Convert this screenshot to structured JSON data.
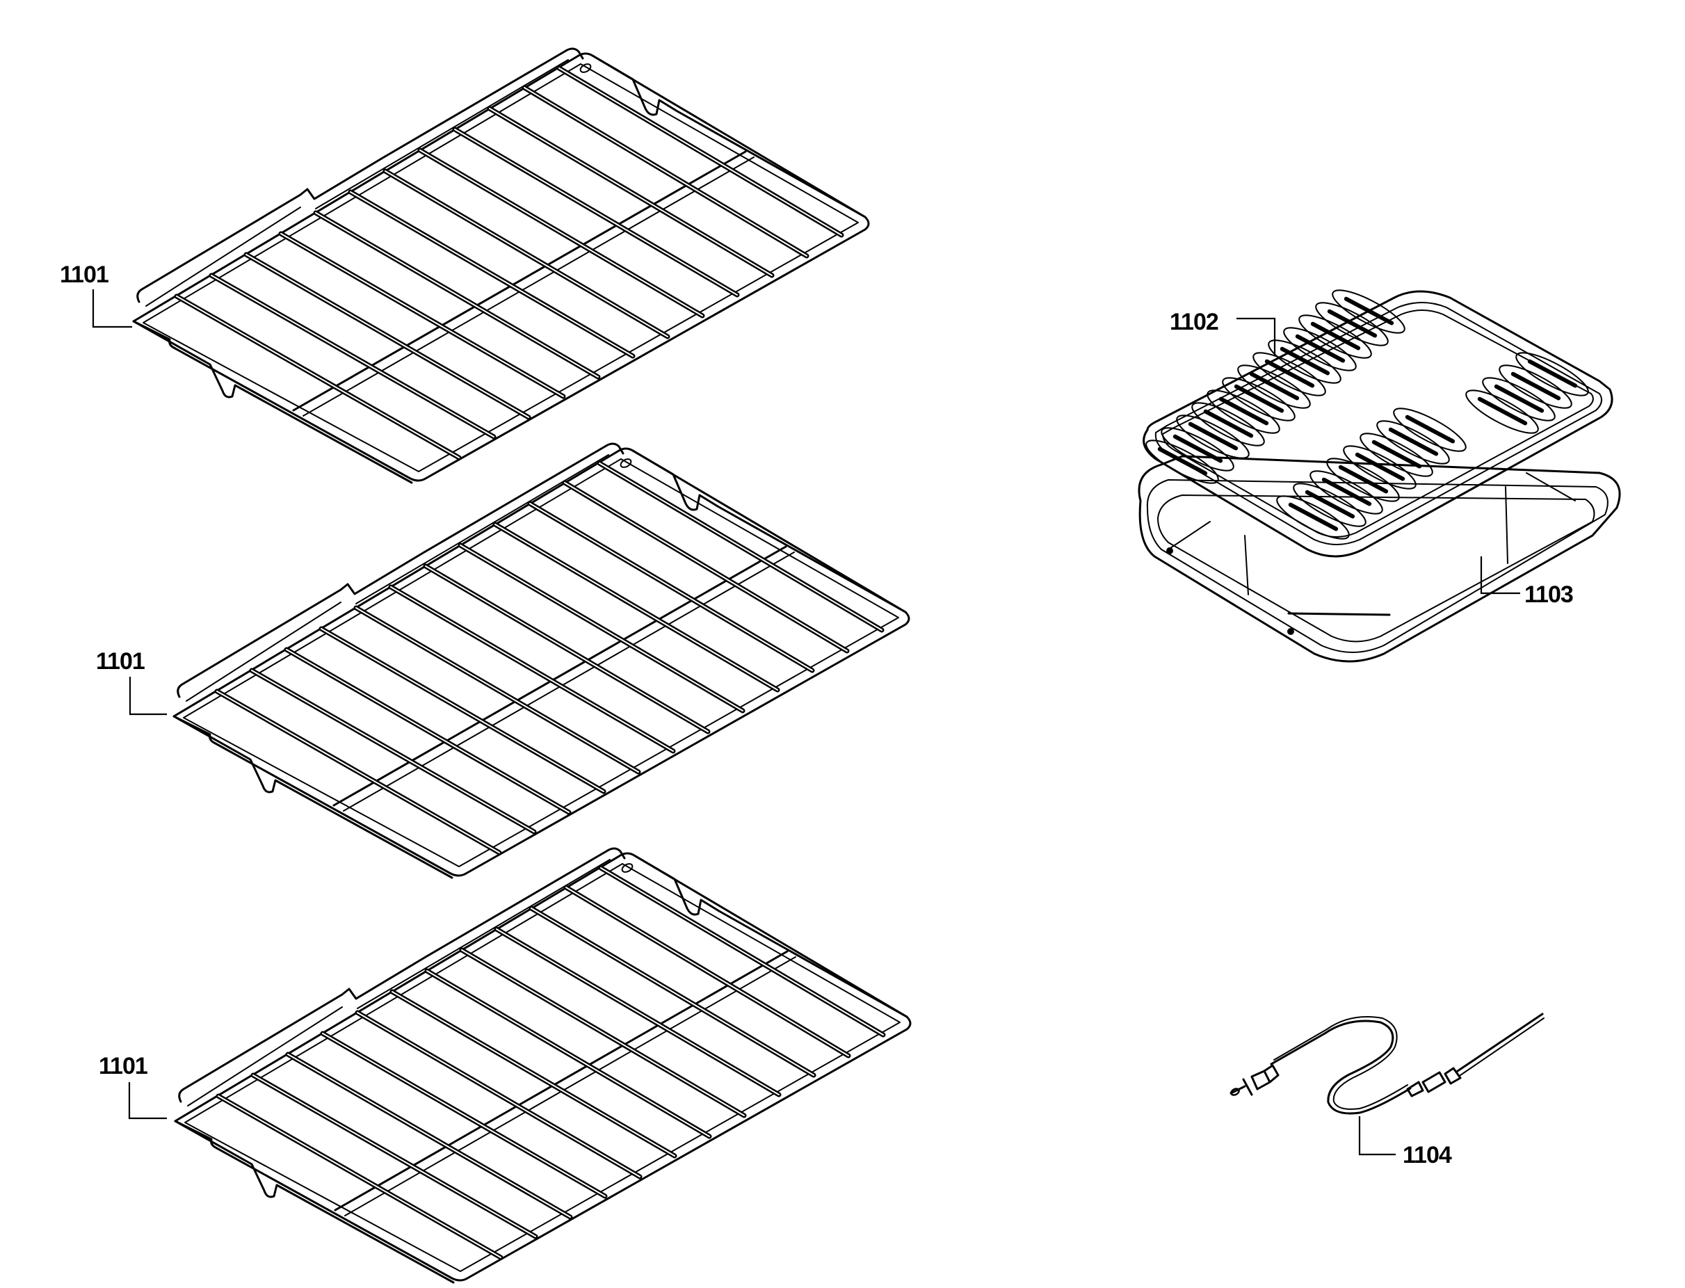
{
  "diagram": {
    "type": "exploded-parts-diagram",
    "background_color": "#ffffff",
    "line_color": "#000000"
  },
  "parts": [
    {
      "id": "rack-1",
      "callout": "1101",
      "description": "oven rack"
    },
    {
      "id": "rack-2",
      "callout": "1101",
      "description": "oven rack"
    },
    {
      "id": "rack-3",
      "callout": "1101",
      "description": "oven rack"
    },
    {
      "id": "broiler-insert",
      "callout": "1102",
      "description": "broiler pan insert (slotted grill)"
    },
    {
      "id": "broiler-pan",
      "callout": "1103",
      "description": "broiler pan"
    },
    {
      "id": "meat-probe",
      "callout": "1104",
      "description": "meat probe"
    }
  ],
  "callouts": {
    "rack_top": "1101",
    "rack_middle": "1101",
    "rack_bottom": "1101",
    "broiler_insert": "1102",
    "broiler_pan": "1103",
    "meat_probe": "1104"
  }
}
